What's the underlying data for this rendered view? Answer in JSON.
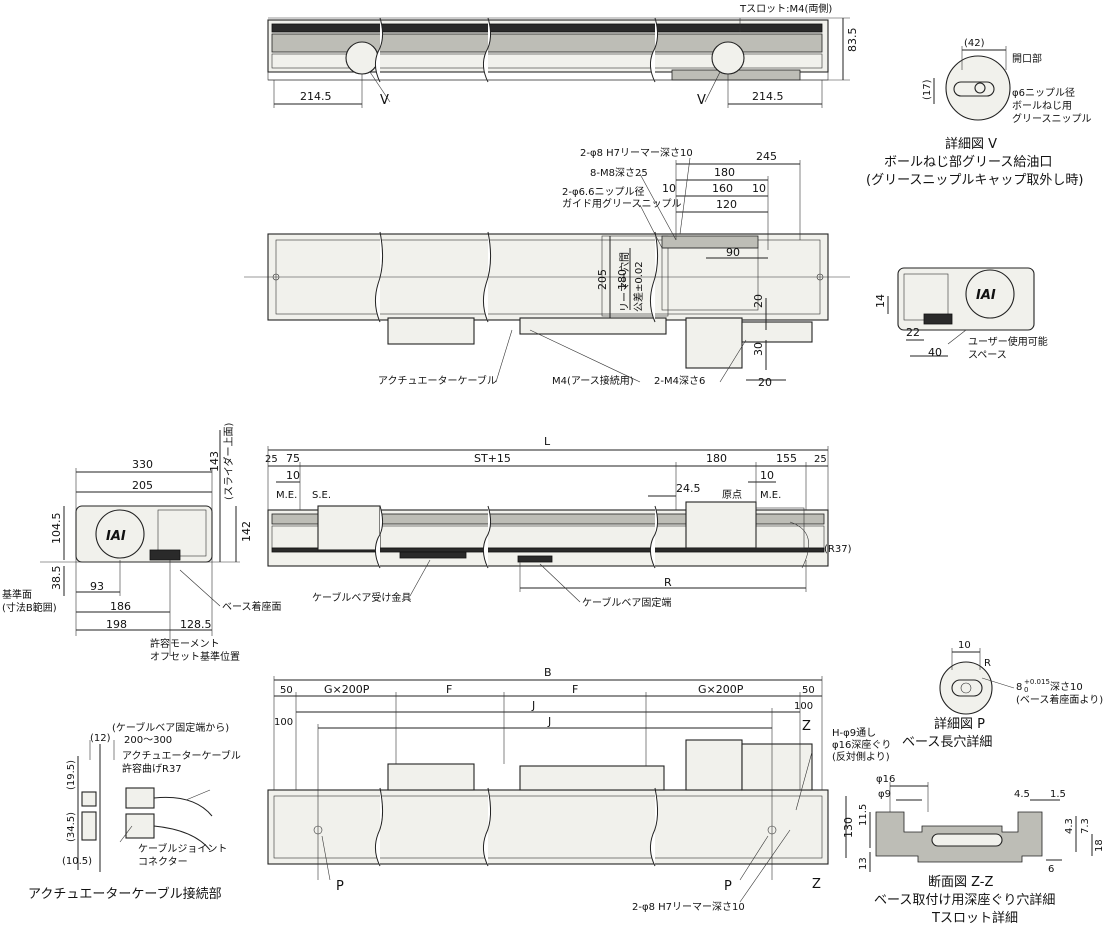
{
  "labels": {
    "t_slot": "Tスロット:M4(両側)",
    "top_h": "83.5",
    "d214_l": "214.5",
    "d214_r": "214.5",
    "v1": "V",
    "v2": "V",
    "dV_42": "(42)",
    "dV_17": "(17)",
    "opening": "開口部",
    "nipple1": "φ6ニップル径",
    "nipple2": "ボールねじ用",
    "nipple3": "グリースニップル",
    "capV1": "詳細図 V",
    "capV2": "ボールねじ部グリース給油口",
    "capV3": "(グリースニップルキャップ取外し時)",
    "reamer1": "2-φ8 H7リーマー深さ10",
    "m8": "8-M8深さ25",
    "nip66a": "2-φ6.6ニップル径",
    "nip66b": "ガイド用グリースニップル",
    "d245": "245",
    "d180a": "180",
    "d10a": "10",
    "d160": "160",
    "d10b": "10",
    "d120": "120",
    "d90": "90",
    "d205v": "205",
    "d180v": "180",
    "reamer_v1": "リーマー穴間",
    "reamer_v2": "公差±0.02",
    "d20a": "20",
    "d30": "30",
    "d20b": "20",
    "cable": "アクチュエーターケーブル",
    "m4earth": "M4(アース接続用)",
    "m4depth": "2-M4深さ6",
    "d14": "14",
    "d22": "22",
    "d40": "40",
    "user1": "ユーザー使用可能",
    "user2": "スペース",
    "d330": "330",
    "d205h": "205",
    "d143": "143",
    "slider1": "(スライダー上面)",
    "d1045": "104.5",
    "d142": "142",
    "d385": "38.5",
    "base1": "基準面",
    "base2": "(寸法B範囲)",
    "d93": "93",
    "d186": "186",
    "d198": "198",
    "d1285": "128.5",
    "mount": "ベース着座面",
    "moment1": "許容モーメント",
    "moment2": "オフセット基準位置",
    "dL": "L",
    "d25a": "25",
    "d75": "75",
    "dST": "ST+15",
    "d180h": "180",
    "d155": "155",
    "d25b": "25",
    "d10c": "10",
    "me1": "M.E.",
    "se": "S.E.",
    "d245b": "24.5",
    "origin": "原点",
    "d10d": "10",
    "me2": "M.E.",
    "r37": "(R37)",
    "dR": "R",
    "cb_bracket": "ケーブルベア受け金具",
    "cb_fixed": "ケーブルベア固定端",
    "dB": "B",
    "d50a": "50",
    "dG1": "G×200P",
    "dF1": "F",
    "dF2": "F",
    "dG2": "G×200P",
    "d50b": "50",
    "d100a": "100",
    "dJ1": "J",
    "d100b": "100",
    "dJ2": "J",
    "z1": "Z",
    "z2": "Z",
    "p1": "P",
    "p2": "P",
    "d130": "130",
    "h9a": "H-φ9通し",
    "h9b": "φ16深座ぐり",
    "h9c": "(反対側より)",
    "reamer2": "2-φ8 H7リーマー深さ10",
    "cb_from1": "(ケーブルベア固定端から)",
    "cb_from2": "200〜300",
    "cbl_r1": "アクチュエーターケーブル",
    "cbl_r2": "許容曲げR37",
    "d12": "(12)",
    "d195": "(19.5)",
    "d345": "(34.5)",
    "d105": "(10.5)",
    "joint1": "ケーブルジョイント",
    "joint2": "コネクター",
    "capCable": "アクチュエーターケーブル接続部",
    "dP10": "10",
    "dPR": "R",
    "p_hole1": "8",
    "p_hole1b": "+0.015",
    "p_hole1c": "0",
    "p_hole2": "深さ10",
    "p_hole3": "(ベース着座面より)",
    "capP1": "詳細図 P",
    "capP2": "ベース長穴詳細",
    "dphi16": "φ16",
    "dphi9": "φ9",
    "d45": "4.5",
    "d15": "1.5",
    "d115": "11.5",
    "d43": "4.3",
    "d73": "7.3",
    "d18": "18",
    "d13": "13",
    "d6": "6",
    "capZ1": "断面図 Z-Z",
    "capZ2": "ベース取付け用深座ぐり穴詳細",
    "capZ3": "Tスロット詳細",
    "logo": "IAI"
  }
}
